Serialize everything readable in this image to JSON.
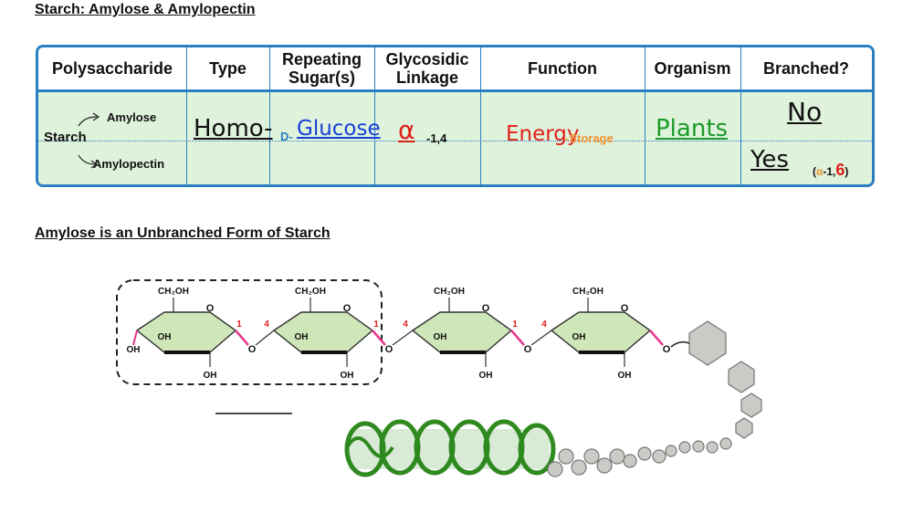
{
  "heading_top": "Starch: Amylose & Amylopectin",
  "table": {
    "headers": [
      "Polysaccharide",
      "Type",
      "Repeating\nSugar(s)",
      "Glycosidic\nLinkage",
      "Function",
      "Organism",
      "Branched?"
    ],
    "starch": "Starch",
    "amylose": "Amylose",
    "amylopectin": "Amylopectin",
    "type": "Homo-",
    "sugar_prefix": "D-",
    "sugar": "Glucose",
    "alpha": "α",
    "linkage": "-1,4",
    "function_main": "Energy",
    "function_suffix": "-Storage",
    "organism": "Plants",
    "branched_no": "No",
    "branched_yes": "Yes",
    "branch_open": "(",
    "branch_alpha": "α",
    "branch_mid": "-1,",
    "branch_num": "6",
    "branch_close": ")"
  },
  "heading_mid": "Amylose is an Unbranched Form of Starch",
  "rings": [
    {
      "ch2oh": "CH₂OH",
      "o": "O",
      "oh1": "OH",
      "oh2": "OH",
      "left_num": "",
      "right_num": "1",
      "extra_oh": "OH"
    },
    {
      "ch2oh": "CH₂OH",
      "o": "O",
      "oh1": "OH",
      "oh2": "OH",
      "left_num": "4",
      "right_num": "1",
      "extra_oh": ""
    },
    {
      "ch2oh": "CH₂OH",
      "o": "O",
      "oh1": "OH",
      "oh2": "OH",
      "left_num": "4",
      "right_num": "1",
      "extra_oh": ""
    },
    {
      "ch2oh": "CH₂OH",
      "o": "O",
      "oh1": "OH",
      "oh2": "OH",
      "left_num": "4",
      "right_num": "",
      "extra_oh": ""
    }
  ],
  "bridge_o": "O",
  "colors": {
    "table_border": "#2a7fc0",
    "table_body": "#dff2dc",
    "ring_fill": "#cfe6b8",
    "bond_magenta": "#e8388f",
    "helix_green": "#2f8a1f"
  }
}
